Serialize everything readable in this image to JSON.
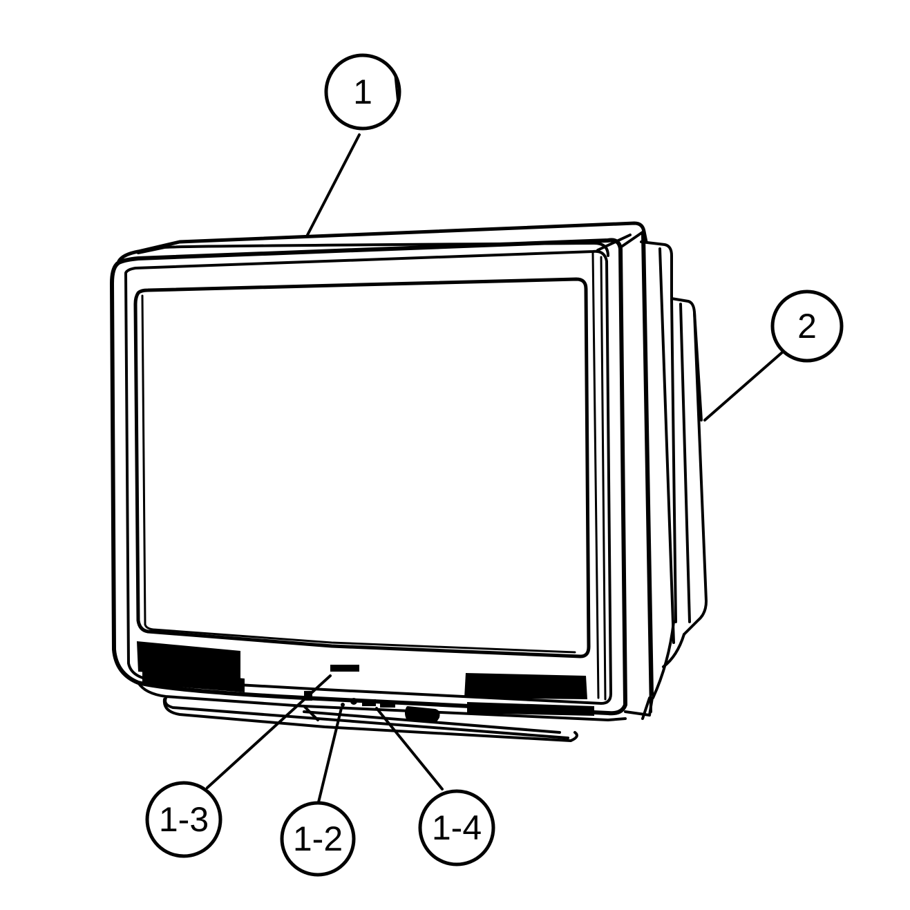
{
  "diagram": {
    "colors": {
      "line": "#000000",
      "background": "#ffffff",
      "grille": "#000000"
    },
    "callouts": [
      {
        "id": "c1",
        "label": "1"
      },
      {
        "id": "c2",
        "label": "2"
      },
      {
        "id": "c13",
        "label": "1-3"
      },
      {
        "id": "c12",
        "label": "1-2"
      },
      {
        "id": "c14",
        "label": "1-4"
      }
    ]
  }
}
